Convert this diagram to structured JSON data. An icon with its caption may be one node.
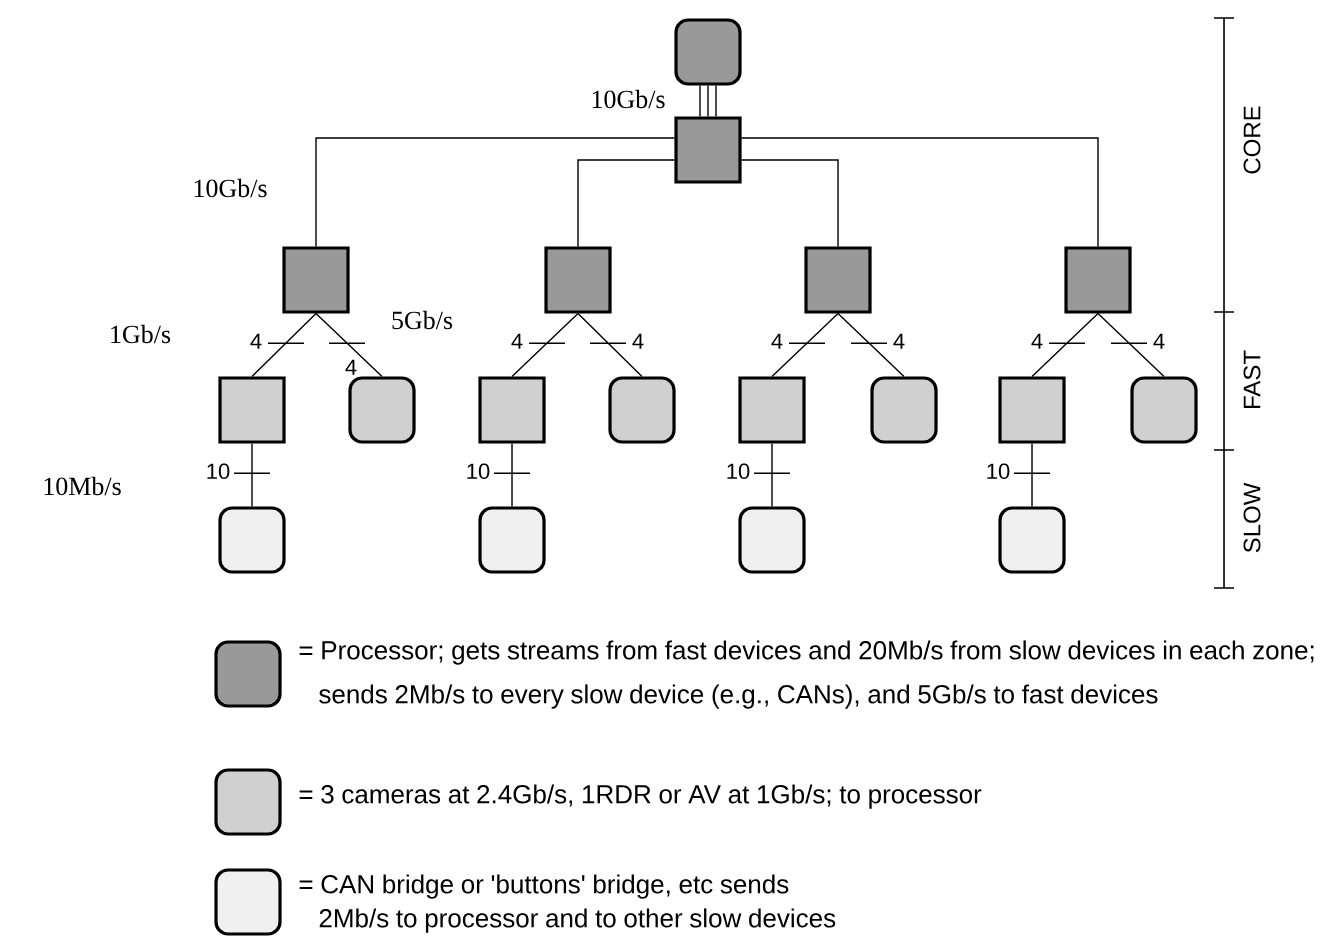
{
  "diagram": {
    "nodes": [
      {
        "text": [],
        "shape": "box"
      },
      {
        "text": [],
        "shape": "square"
      },
      {
        "text": [],
        "shape": "square"
      },
      {
        "text": [],
        "shape": "square"
      },
      {
        "text": [],
        "shape": "square"
      },
      {
        "text": [],
        "shape": "square"
      },
      {
        "text": [],
        "shape": "square"
      },
      {
        "text": [],
        "shape": "box"
      },
      {
        "text": [],
        "shape": "square"
      },
      {
        "text": [],
        "shape": "box"
      },
      {
        "text": [],
        "shape": "square"
      },
      {
        "text": [],
        "shape": "box"
      },
      {
        "text": [],
        "shape": "square"
      },
      {
        "text": [],
        "shape": "box"
      },
      {
        "text": [],
        "shape": "box"
      },
      {
        "text": [],
        "shape": "box"
      },
      {
        "text": [],
        "shape": "box"
      },
      {
        "text": [],
        "shape": "box"
      }
    ],
    "edges": [
      {
        "from": 0,
        "to": 1,
        "arrow": "none",
        "label": "10Gb/s"
      },
      {
        "from": 1,
        "to": 2,
        "arrow": "none",
        "label": "10Gb/s"
      },
      {
        "from": 1,
        "to": 3,
        "arrow": "none"
      },
      {
        "from": 1,
        "to": 4,
        "arrow": "none"
      },
      {
        "from": 1,
        "to": 5,
        "arrow": "none"
      },
      {
        "from": 2,
        "to": 6,
        "arrow": "none",
        "label": "4"
      },
      {
        "from": 2,
        "to": 7,
        "arrow": "none",
        "label": "4"
      },
      {
        "from": 6,
        "to": 14,
        "arrow": "none",
        "label": "10"
      },
      {
        "from": 3,
        "to": 8,
        "arrow": "none",
        "label": "4"
      },
      {
        "from": 3,
        "to": 9,
        "arrow": "none",
        "label": "4"
      },
      {
        "from": 8,
        "to": 15,
        "arrow": "none",
        "label": "10"
      },
      {
        "from": 4,
        "to": 10,
        "arrow": "none",
        "label": "4"
      },
      {
        "from": 4,
        "to": 11,
        "arrow": "none",
        "label": "4"
      },
      {
        "from": 10,
        "to": 16,
        "arrow": "none",
        "label": "10"
      },
      {
        "from": 5,
        "to": 12,
        "arrow": "none",
        "label": "4"
      },
      {
        "from": 5,
        "to": 13,
        "arrow": "none",
        "label": "4"
      },
      {
        "from": 12,
        "to": 17,
        "arrow": "none",
        "label": "10"
      }
    ],
    "labels": [
      "CORE",
      "1Gb/s",
      "5Gb/s",
      "FAST",
      "10Mb/s",
      "SLOW"
    ],
    "legend": [
      {
        "text": "= Processor; gets streams from fast devices and 20Mb/s from slow devices in each zone; sends 2Mb/s to every slow device (e.g., CANs), and 5Gb/s to fast devices",
        "color": "#999999"
      },
      {
        "text": "= 3 cameras at 2.4Gb/s, 1RDR or AV at 1Gb/s; to processor",
        "color": "#d0d0d0"
      },
      {
        "text": "= CAN bridge or 'buttons' bridge, etc sends 2Mb/s to processor and to other slow devices",
        "color": "#f0f0f0"
      }
    ]
  }
}
